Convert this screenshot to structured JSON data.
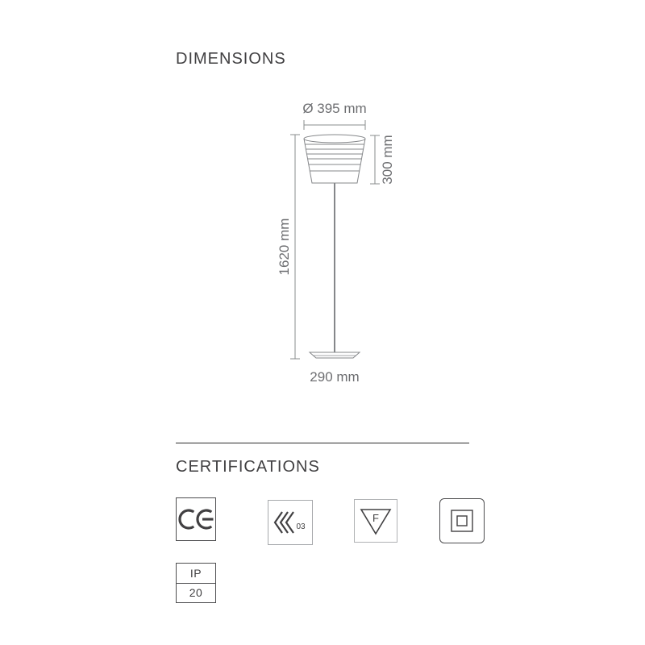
{
  "dimensions_section": {
    "title": "DIMENSIONS",
    "diagram": {
      "diameter_label": "Ø 395 mm",
      "shade_height_label": "300 mm",
      "total_height_label": "1620 mm",
      "base_width_label": "290 mm"
    }
  },
  "certifications_section": {
    "title": "CERTIFICATIONS",
    "badges": {
      "ce": "CE",
      "energy_code": "03",
      "f_mark": "F"
    },
    "ip_rating": {
      "label": "IP",
      "value": "20"
    }
  },
  "colors": {
    "heading_text": "#414042",
    "drawing_lines": "#85878a",
    "dimension_text": "#6d6e71"
  }
}
